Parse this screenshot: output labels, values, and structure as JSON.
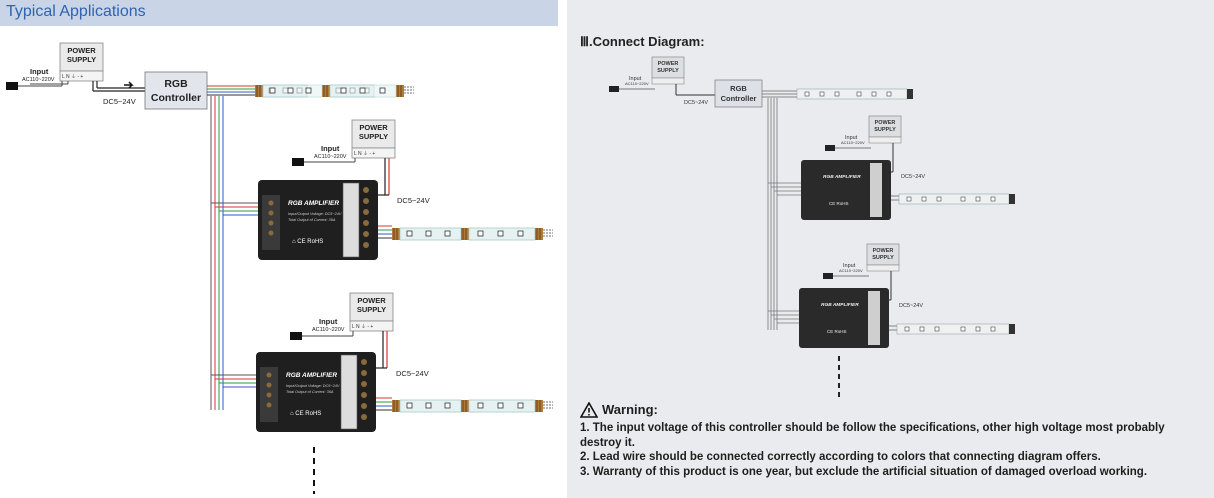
{
  "left_panel": {
    "header": "Typical Applications",
    "power_supply": [
      "POWER",
      "SUPPLY"
    ],
    "ps_terminals": "L N ⏚   -  +",
    "input_label": "Input",
    "input_voltage": "AC110~220V",
    "dc_label": "DC5~24V",
    "controller": [
      "RGB",
      "Controller"
    ],
    "amplifier_title": "RGB AMPLIFIER",
    "amplifier_spec1": "Input/Output Voltage: DC5~24V",
    "amplifier_spec2": "Total Output of Current: 36A",
    "amplifier_marks": "⌂  CE  RoHS"
  },
  "right_panel": {
    "section_title": "Ⅲ.Connect Diagram:",
    "power_supply": [
      "POWER",
      "SUPPLY"
    ],
    "input_label": "Input",
    "input_voltage": "AC110~220V",
    "dc_label": "DC5~24V",
    "controller": [
      "RGB",
      "Controller"
    ],
    "amplifier_title": "RGB AMPLIFIER",
    "amplifier_marks": "CE  RoHS",
    "warning": {
      "title": "Warning:",
      "items": [
        "1.  The input voltage of this controller should be follow the specifications, other high voltage most probably destroy it.",
        "2.  Lead wire should be connected correctly according to colors that connecting diagram offers.",
        "3.  Warranty of this product is one year, but exclude the artificial situation of damaged overload working."
      ]
    }
  },
  "colors": {
    "header_bg": "#c9d4e6",
    "header_text": "#2e64b0",
    "amplifier": "#1f1f1f",
    "wire_red": "#d33",
    "wire_green": "#2a9a3a",
    "wire_blue": "#3355cc"
  }
}
